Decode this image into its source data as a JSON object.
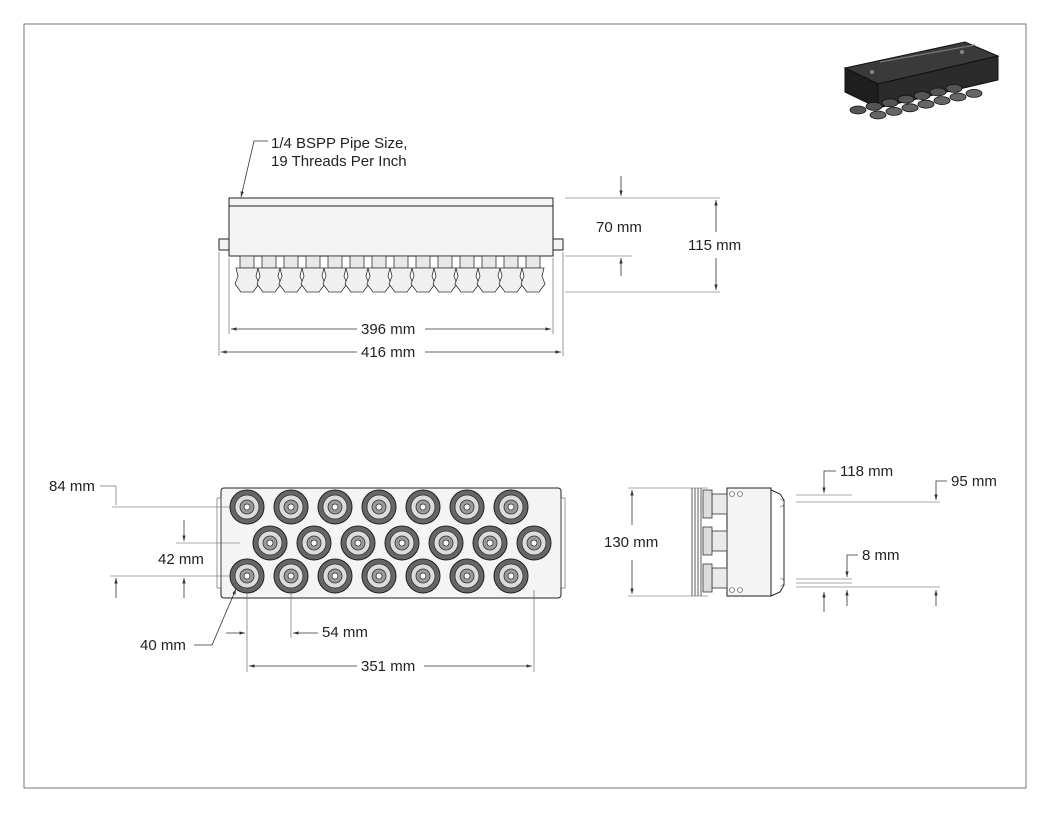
{
  "drawing": {
    "note_line1": "1/4 BSPP Pipe Size,",
    "note_line2": "19 Threads Per Inch",
    "front_view": {
      "height_top": "70 mm",
      "height_total": "115 mm",
      "width_inner": "396 mm",
      "width_outer": "416 mm"
    },
    "bottom_view": {
      "row_offset": "84 mm",
      "row_pitch": "42 mm",
      "edge_offset": "40 mm",
      "column_pitch": "54 mm",
      "span": "351 mm"
    },
    "side_view": {
      "height": "130 mm",
      "dim_118": "118 mm",
      "dim_95": "95 mm",
      "dim_8": "8 mm"
    },
    "cups": {
      "rows": [
        7,
        7,
        7
      ]
    },
    "colors": {
      "line": "#222222",
      "cup_dark": "#666666",
      "cup_mid": "#9a9a9a",
      "iso_body": "#2b2b2b"
    }
  }
}
